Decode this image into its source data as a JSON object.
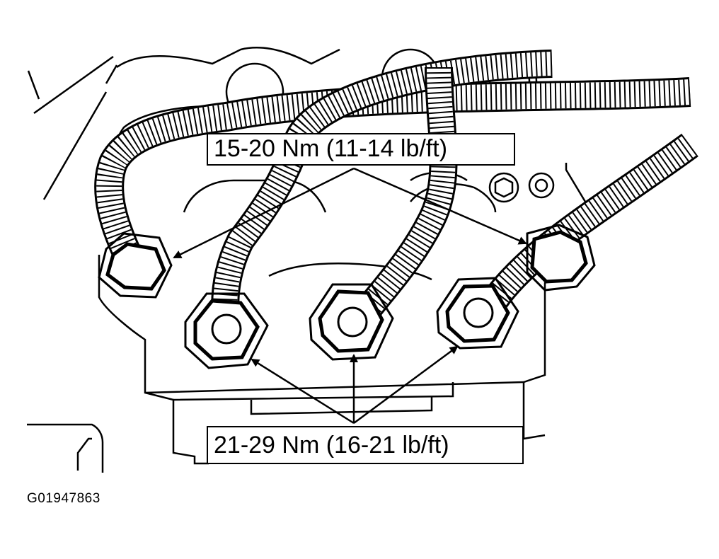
{
  "diagram": {
    "subject": "Engine component with threaded tube fittings and hex nuts",
    "callouts": {
      "top": "15-20 Nm (11-14 lb/ft)",
      "bottom": "21-29 Nm (16-21 lb/ft)"
    },
    "figure_id": "G01947863",
    "colors": {
      "line": "#000000",
      "background": "#ffffff"
    }
  }
}
